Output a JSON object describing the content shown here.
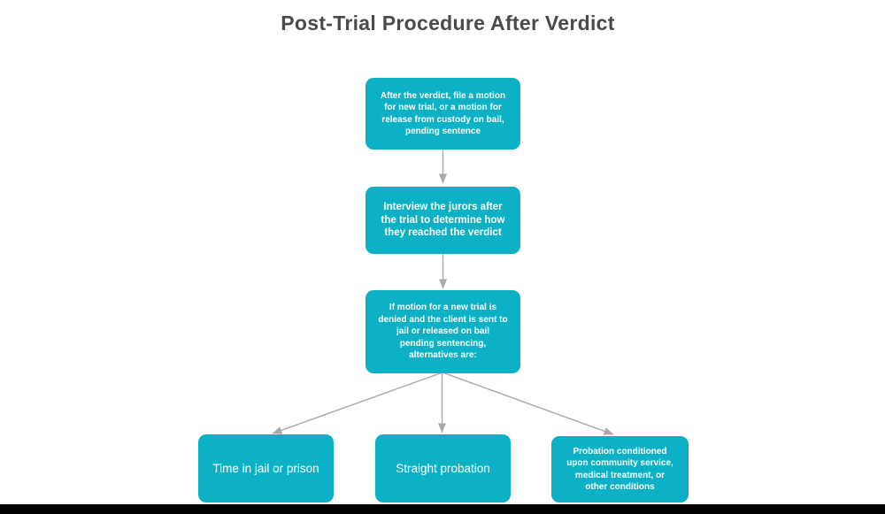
{
  "title": "Post-Trial Procedure After Verdict",
  "colors": {
    "node_fill": "#0cb1c5",
    "node_text": "#ffffff",
    "connector": "#a9a9a9",
    "title_text": "#4a4a4a",
    "canvas_background": "#ffffff",
    "bottom_bar": "#000000"
  },
  "flowchart": {
    "nodes": [
      {
        "id": "step-1",
        "text": "After the verdict, file a motion\nfor new trial, or a motion for\nrelease from custody on bail,\npending sentence"
      },
      {
        "id": "step-2",
        "text": "Interview the jurors after\nthe trial to determine how\nthey reached the verdict"
      },
      {
        "id": "step-3",
        "text": "If motion for a new trial is\ndenied and the client is sent to\njail or released on bail\npending sentencing,\nalternatives are:"
      },
      {
        "id": "alt-1",
        "text": "Time in jail or prison"
      },
      {
        "id": "alt-2",
        "text": "Straight probation"
      },
      {
        "id": "alt-3",
        "text": "Probation conditioned\nupon community service,\nmedical treatment, or\nother conditions"
      }
    ]
  }
}
